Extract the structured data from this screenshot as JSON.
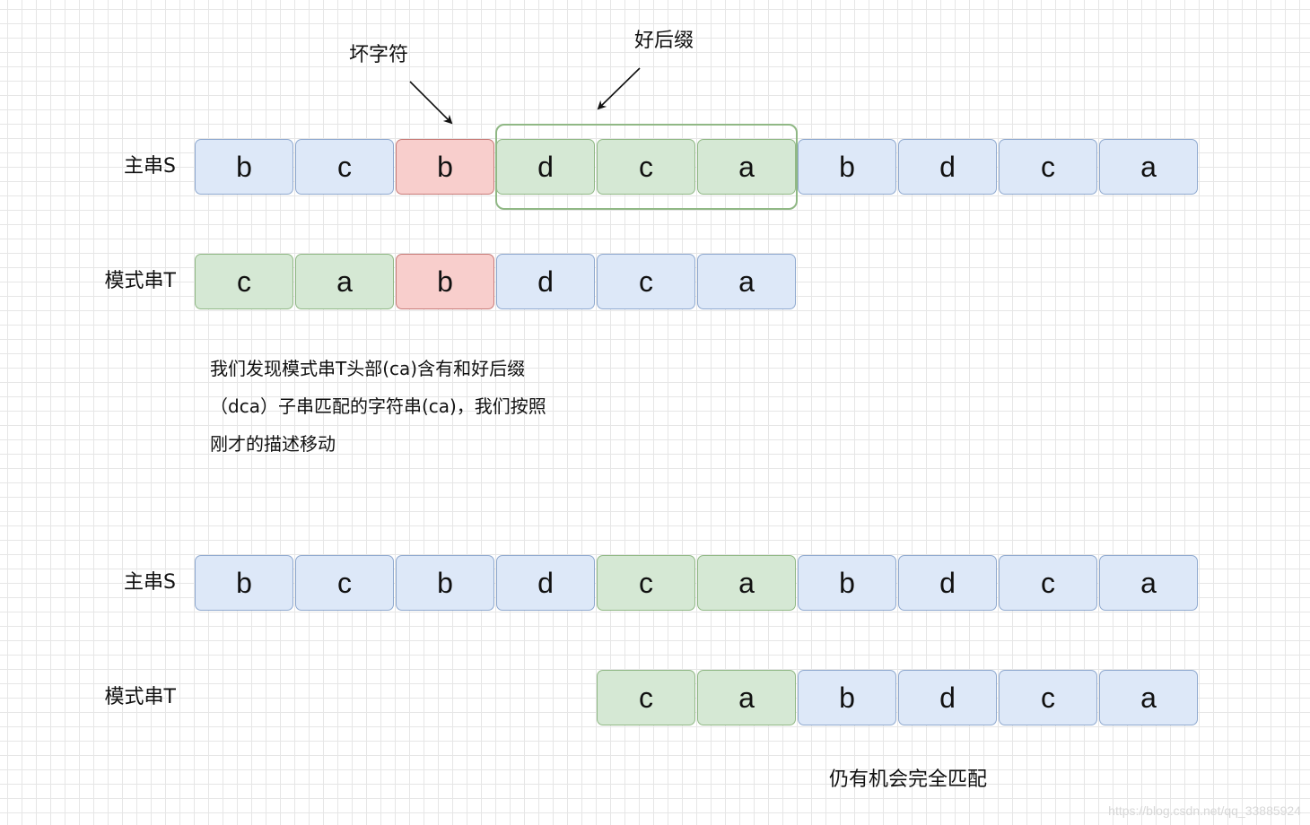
{
  "annotations": {
    "bad_char": "坏字符",
    "good_suffix": "好后缀",
    "conclusion": "仍有机会完全匹配"
  },
  "description": [
    "我们发现模式串T头部(ca)含有和好后缀",
    "（dca）子串匹配的字符串(ca)，我们按照",
    "刚才的描述移动"
  ],
  "colors": {
    "good": "#d5e8d4",
    "bad": "#f8cecc",
    "normal": "#dde8f8"
  },
  "rows": [
    {
      "label": "主串S",
      "offset": 0,
      "cells": [
        {
          "ch": "b",
          "state": "norm"
        },
        {
          "ch": "c",
          "state": "norm"
        },
        {
          "ch": "b",
          "state": "bad"
        },
        {
          "ch": "d",
          "state": "good"
        },
        {
          "ch": "c",
          "state": "good"
        },
        {
          "ch": "a",
          "state": "good"
        },
        {
          "ch": "b",
          "state": "norm"
        },
        {
          "ch": "d",
          "state": "norm"
        },
        {
          "ch": "c",
          "state": "norm"
        },
        {
          "ch": "a",
          "state": "norm"
        }
      ]
    },
    {
      "label": "模式串T",
      "offset": 0,
      "cells": [
        {
          "ch": "c",
          "state": "good"
        },
        {
          "ch": "a",
          "state": "good"
        },
        {
          "ch": "b",
          "state": "bad"
        },
        {
          "ch": "d",
          "state": "norm"
        },
        {
          "ch": "c",
          "state": "norm"
        },
        {
          "ch": "a",
          "state": "norm"
        }
      ]
    },
    {
      "label": "主串S",
      "offset": 0,
      "cells": [
        {
          "ch": "b",
          "state": "norm"
        },
        {
          "ch": "c",
          "state": "norm"
        },
        {
          "ch": "b",
          "state": "norm"
        },
        {
          "ch": "d",
          "state": "norm"
        },
        {
          "ch": "c",
          "state": "good"
        },
        {
          "ch": "a",
          "state": "good"
        },
        {
          "ch": "b",
          "state": "norm"
        },
        {
          "ch": "d",
          "state": "norm"
        },
        {
          "ch": "c",
          "state": "norm"
        },
        {
          "ch": "a",
          "state": "norm"
        }
      ]
    },
    {
      "label": "模式串T",
      "offset": 4,
      "cells": [
        {
          "ch": "c",
          "state": "good"
        },
        {
          "ch": "a",
          "state": "good"
        },
        {
          "ch": "b",
          "state": "norm"
        },
        {
          "ch": "d",
          "state": "norm"
        },
        {
          "ch": "c",
          "state": "norm"
        },
        {
          "ch": "a",
          "state": "norm"
        }
      ]
    }
  ],
  "watermark": "https://blog.csdn.net/qq_33885924"
}
